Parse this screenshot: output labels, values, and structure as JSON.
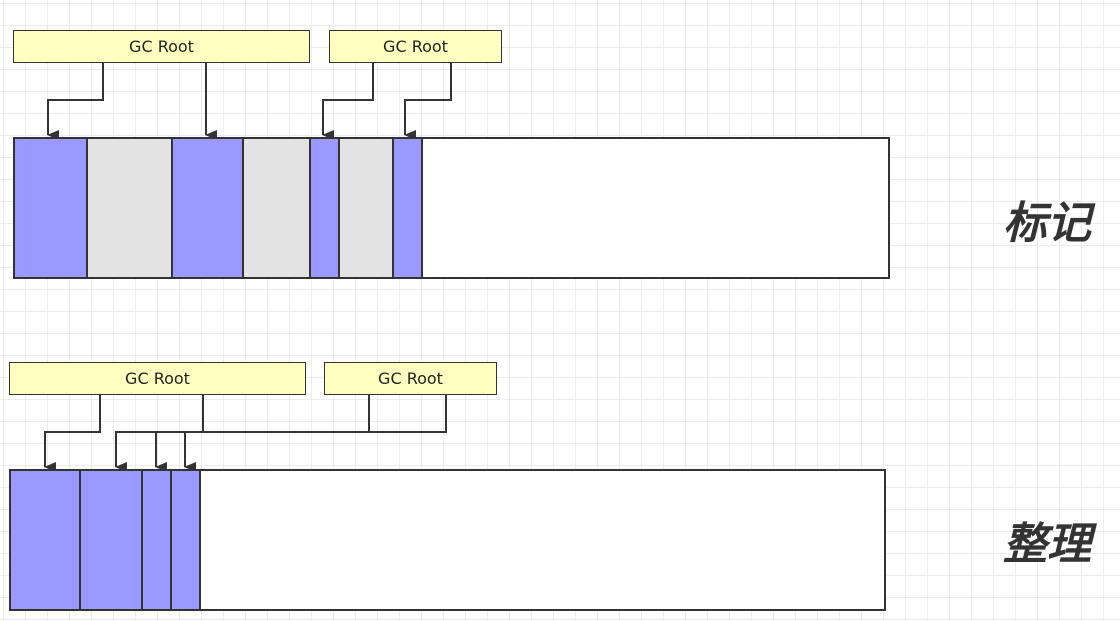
{
  "mark": {
    "label": "标记",
    "roots": [
      "GC Root",
      "GC Root"
    ],
    "segments": [
      "live",
      "garbage",
      "live",
      "garbage",
      "live",
      "garbage",
      "live",
      "free"
    ]
  },
  "compact": {
    "label": "整理",
    "roots": [
      "GC Root",
      "GC Root"
    ],
    "segments": [
      "live",
      "live",
      "live",
      "live",
      "free"
    ]
  },
  "colors": {
    "live": "#9999ff",
    "garbage": "#e3e3e3",
    "free": "#ffffff",
    "root_fill": "#ffffc0"
  }
}
